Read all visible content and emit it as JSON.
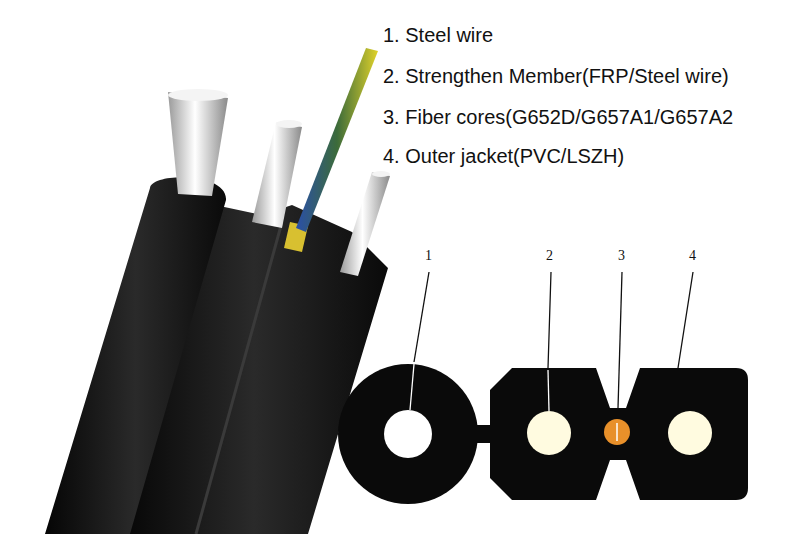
{
  "diagram": {
    "labels": [
      "1. Steel wire",
      "2. Strengthen Member(FRP/Steel wire)",
      "3. Fiber cores(G652D/G657A1/G657A2",
      "4. Outer jacket(PVC/LSZH)",
      "1",
      "2",
      "3",
      "4"
    ]
  }
}
